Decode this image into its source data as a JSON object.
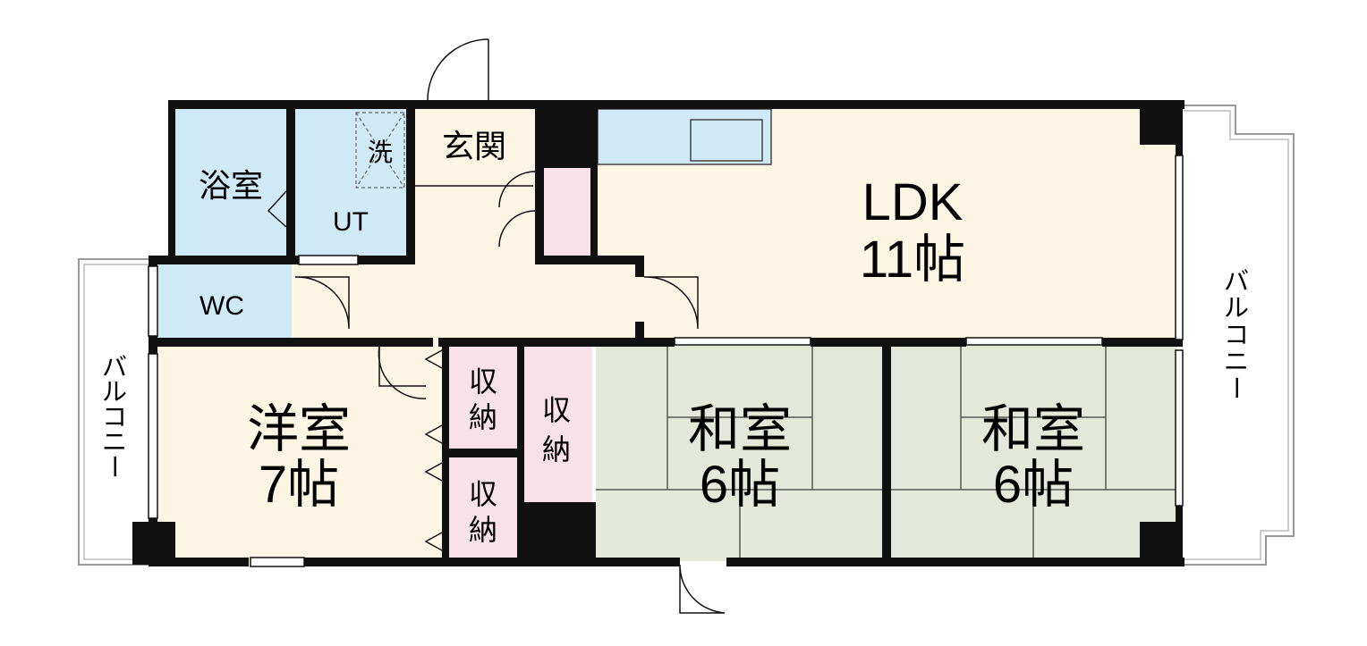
{
  "colors": {
    "wet_area": "#cfe9f7",
    "wood_floor": "#fdf5e4",
    "tatami": "#e3e8d8",
    "storage": "#f9e1ea",
    "wall": "#111111",
    "kitchen": "#cfe9f7"
  },
  "rooms": {
    "bath": "浴室",
    "utility": "UT",
    "washer": "洗",
    "entrance": "玄関",
    "wc": "WC",
    "ldk_name": "LDK",
    "ldk_size": "11帖",
    "western_name": "洋室",
    "western_size": "7帖",
    "storage_a_1": "収",
    "storage_a_2": "納",
    "storage_b_1": "収",
    "storage_b_2": "納",
    "storage_c_1": "収",
    "storage_c_2": "納",
    "japanese1_name": "和室",
    "japanese1_size": "6帖",
    "japanese2_name": "和室",
    "japanese2_size": "6帖"
  },
  "balconies": {
    "left": [
      "バ",
      "ル",
      "コ",
      "ニ",
      "ー"
    ],
    "right": [
      "バ",
      "ル",
      "コ",
      "ニ",
      "ー"
    ]
  }
}
